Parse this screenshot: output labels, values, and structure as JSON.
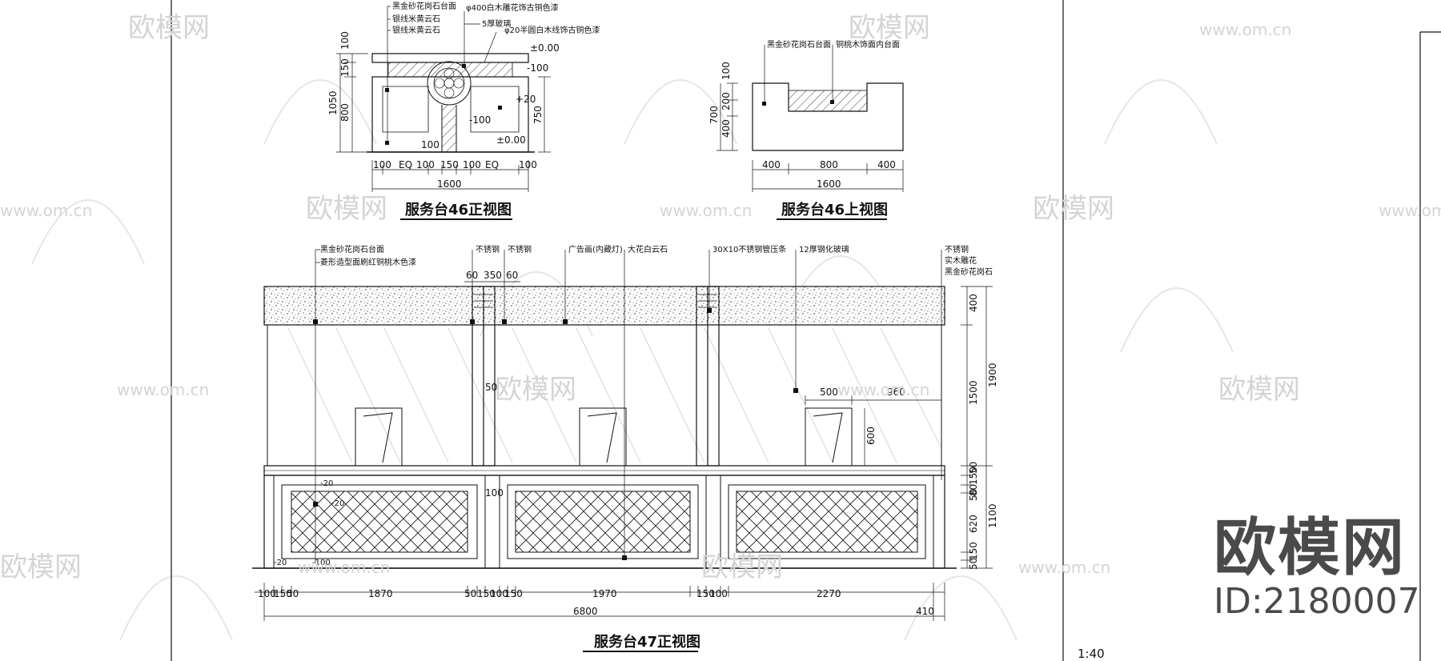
{
  "drawing": {
    "view_46_front_title": "服务台46正视图",
    "view_46_top_title": "服务台46上视图",
    "view_47_front_title": "服务台47正视图",
    "scale": "1:40"
  },
  "notes_46_front": [
    "黑金砂花岗石台面",
    "银线米黄云石",
    "银线米黄云石",
    "φ400白木雕花饰古铜色漆",
    "5厚玻璃",
    "φ20半圆白木线饰古铜色漆"
  ],
  "levels_46_front": [
    "±0.00",
    "-100",
    "+20",
    "-100",
    "±0.00"
  ],
  "dims_46_front": {
    "left": [
      "100",
      "150",
      "800",
      "1050"
    ],
    "right": [
      "750"
    ],
    "bottom": [
      "100",
      "EQ",
      "100",
      "150",
      "100",
      "EQ",
      "100"
    ],
    "total": "1600",
    "post": "100"
  },
  "notes_46_top": [
    "黑金砂花岗石台面",
    "铜桃木饰面内台面"
  ],
  "dims_46_top": {
    "left": [
      "100",
      "200",
      "400",
      "700"
    ],
    "bottom": [
      "400",
      "800",
      "400"
    ],
    "total": "1600"
  },
  "notes_47_front": [
    "黑金砂花岗石台面",
    "菱形造型面刷红铜桃木色漆",
    "不锈钢",
    "不锈钢",
    "广告画(内藏灯)",
    "大花白云石",
    "30X10不锈钢管压条",
    "12厚钢化玻璃",
    "不锈钢",
    "实木雕花",
    "黑金砂花岗石"
  ],
  "dims_47_front": {
    "top": [
      "60",
      "350",
      "60"
    ],
    "inner": [
      "500",
      "960",
      "600",
      "50"
    ],
    "right": [
      "400",
      "1500",
      "1900",
      "50",
      "150",
      "80",
      "50",
      "620",
      "1100",
      "150",
      "50"
    ],
    "bottom": [
      "100",
      "150",
      "50",
      "1870",
      "50",
      "150",
      "100",
      "150",
      "1970",
      "150",
      "100",
      "2270"
    ],
    "total": "6800",
    "extra": "410",
    "levels": [
      "-20",
      "-20",
      "-20",
      "-100"
    ],
    "center_small": "100"
  },
  "watermarks": {
    "logo_text": "欧模网",
    "url_text": "www.om.cn"
  },
  "brand": {
    "name": "欧模网",
    "id_label": "ID:2180007"
  }
}
